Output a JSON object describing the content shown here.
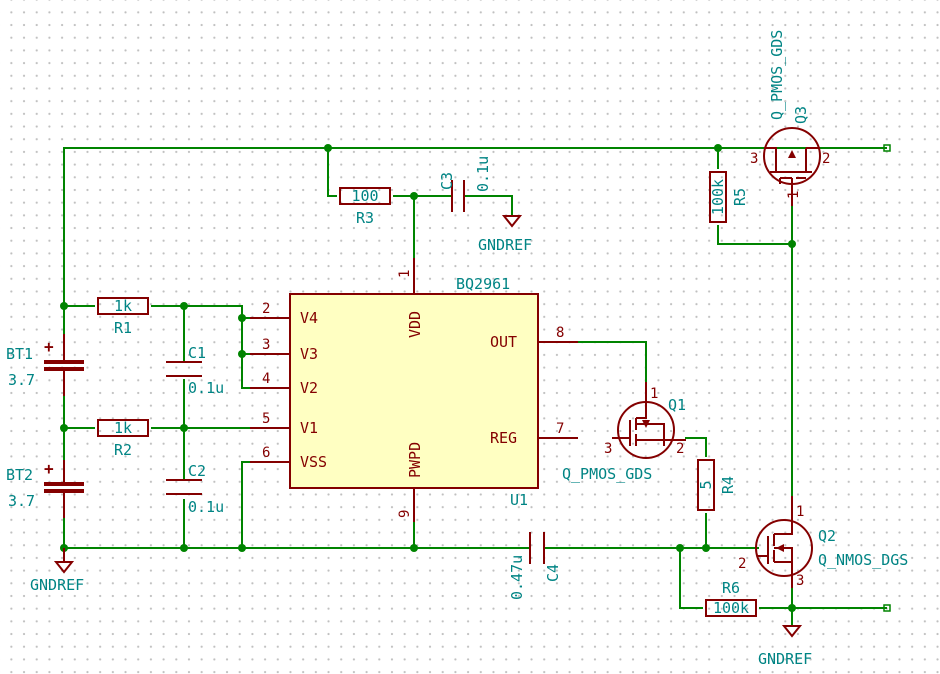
{
  "ic": {
    "ref": "U1",
    "value": "BQ2961",
    "pins": {
      "p1": {
        "num": "1",
        "name": "VDD"
      },
      "p2": {
        "num": "2",
        "name": "V4"
      },
      "p3": {
        "num": "3",
        "name": "V3"
      },
      "p4": {
        "num": "4",
        "name": "V2"
      },
      "p5": {
        "num": "5",
        "name": "V1"
      },
      "p6": {
        "num": "6",
        "name": "VSS"
      },
      "p7": {
        "num": "7",
        "name": "REG"
      },
      "p8": {
        "num": "8",
        "name": "OUT"
      },
      "p9": {
        "num": "9",
        "name": "PWPD"
      }
    }
  },
  "batteries": {
    "bt1": {
      "ref": "BT1",
      "value": "3.7"
    },
    "bt2": {
      "ref": "BT2",
      "value": "3.7"
    }
  },
  "resistors": {
    "r1": {
      "ref": "R1",
      "value": "1k"
    },
    "r2": {
      "ref": "R2",
      "value": "1k"
    },
    "r3": {
      "ref": "R3",
      "value": "100"
    },
    "r4": {
      "ref": "R4",
      "value": "5"
    },
    "r5": {
      "ref": "R5",
      "value": "100k"
    },
    "r6": {
      "ref": "R6",
      "value": "100k"
    }
  },
  "capacitors": {
    "c1": {
      "ref": "C1",
      "value": "0.1u"
    },
    "c2": {
      "ref": "C2",
      "value": "0.1u"
    },
    "c3": {
      "ref": "C3",
      "value": "0.1u"
    },
    "c4": {
      "ref": "C4",
      "value": "0.47u"
    }
  },
  "transistors": {
    "q1": {
      "ref": "Q1",
      "value": "Q_PMOS_GDS",
      "pins": {
        "g": "3",
        "d": "1",
        "s": "2"
      }
    },
    "q2": {
      "ref": "Q2",
      "value": "Q_NMOS_DGS",
      "pins": {
        "g": "2",
        "d": "1",
        "s": "3"
      }
    },
    "q3": {
      "ref": "Q3",
      "value": "Q_PMOS_GDS",
      "pins": {
        "g": "1",
        "d": "3",
        "s": "2"
      }
    }
  },
  "grounds": {
    "gnd1": "GNDREF",
    "gnd2": "GNDREF",
    "gnd3": "GNDREF"
  },
  "colors": {
    "wire": "#008400",
    "component": "#840000",
    "label": "#008484",
    "ic_fill": "#ffffc2",
    "grid_dot": "#c0c0c0"
  }
}
